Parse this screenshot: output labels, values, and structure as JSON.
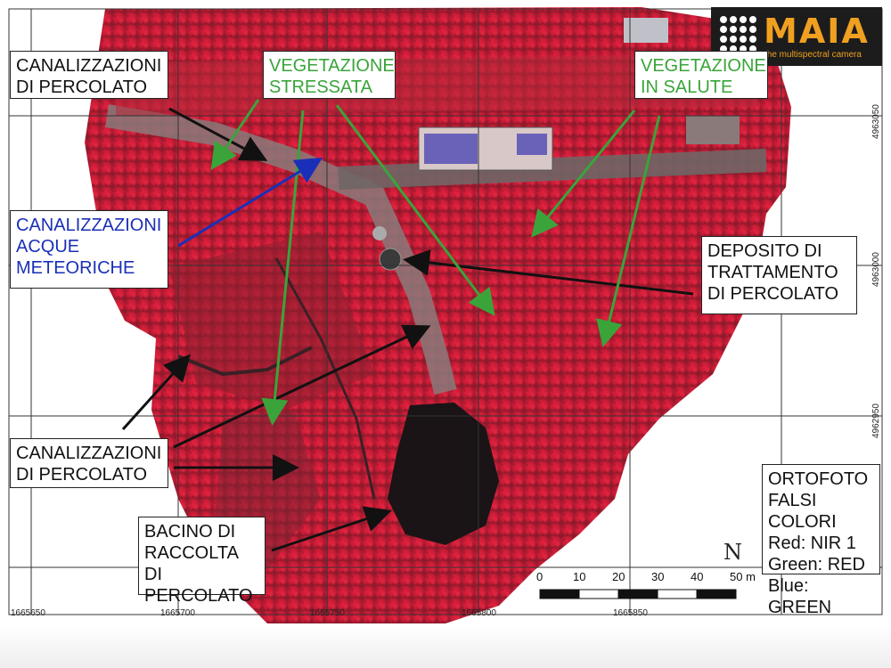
{
  "callouts": {
    "canalizzazioni_percolato_top": "CANALIZZAZIONI\nDI PERCOLATO",
    "vegetazione_stressata": "VEGETAZIONE\nSTRESSATA",
    "vegetazione_in_salute": "VEGETAZIONE\nIN SALUTE",
    "canalizzazioni_acque": "CANALIZZAZIONI\nACQUE\nMETEORICHE",
    "deposito": "DEPOSITO DI\nTRATTAMENTO\nDI PERCOLATO",
    "canalizzazioni_percolato_bottom": "CANALIZZAZIONI\nDI PERCOLATO",
    "bacino": "BACINO DI\nRACCOLTA DI\nPERCOLATO",
    "legend": "ORTOFOTO\nFALSI COLORI\nRed: NIR 1\nGreen: RED\nBlue: GREEN"
  },
  "logo": {
    "word": "MAIA",
    "tagline": "the multispectral camera"
  },
  "north_label": "N",
  "scale_bar": {
    "labels": [
      "0",
      "10",
      "20",
      "30",
      "40",
      "50 m"
    ]
  },
  "coords": {
    "x": [
      "1665650",
      "1665700",
      "1665750",
      "1665800",
      "1665850"
    ],
    "y": [
      "4963050",
      "4963000",
      "4962950"
    ]
  },
  "colors": {
    "vegetation_healthy": "#d81c3a",
    "vegetation_stressed": "#b02838",
    "road": "#7a6a6a",
    "basin": "#1a1416",
    "arrow_black": "#111111",
    "arrow_green": "#3aa43a",
    "arrow_blue": "#1a2fb8",
    "logo_accent": "#f0a020"
  }
}
